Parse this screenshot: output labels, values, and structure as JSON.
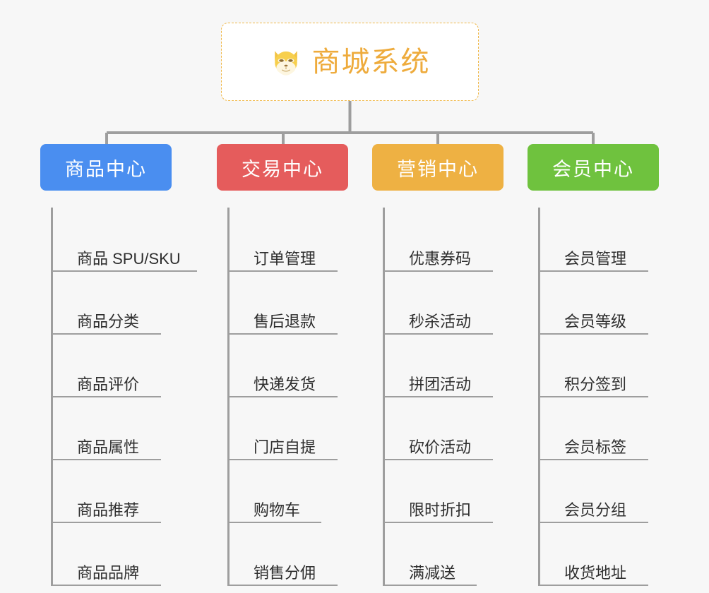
{
  "root": {
    "icon": "shiba-dog-icon",
    "emoji": "🐶",
    "title": "商城系统",
    "title_color": "#eeab3c",
    "border_color": "#f0b849"
  },
  "canvas": {
    "background": "#f7f7f7",
    "line_color": "#9e9e9e"
  },
  "columns": [
    {
      "id": "product-center",
      "label": "商品中心",
      "color": "#4a8ef0",
      "items": [
        {
          "label": "商品 SPU/SKU",
          "rule_width": 204
        },
        {
          "label": "商品分类",
          "rule_width": 153
        },
        {
          "label": "商品评价",
          "rule_width": 153
        },
        {
          "label": "商品属性",
          "rule_width": 153
        },
        {
          "label": "商品推荐",
          "rule_width": 153
        },
        {
          "label": "商品品牌",
          "rule_width": 153
        }
      ]
    },
    {
      "id": "trade-center",
      "label": "交易中心",
      "color": "#e55c5c",
      "items": [
        {
          "label": "订单管理",
          "rule_width": 153
        },
        {
          "label": "售后退款",
          "rule_width": 153
        },
        {
          "label": "快递发货",
          "rule_width": 153
        },
        {
          "label": "门店自提",
          "rule_width": 153
        },
        {
          "label": "购物车",
          "rule_width": 130
        },
        {
          "label": "销售分佣",
          "rule_width": 153
        }
      ]
    },
    {
      "id": "marketing-center",
      "label": "营销中心",
      "color": "#eeb143",
      "items": [
        {
          "label": "优惠券码",
          "rule_width": 153
        },
        {
          "label": "秒杀活动",
          "rule_width": 153
        },
        {
          "label": "拼团活动",
          "rule_width": 153
        },
        {
          "label": "砍价活动",
          "rule_width": 153
        },
        {
          "label": "限时折扣",
          "rule_width": 153
        },
        {
          "label": "满减送",
          "rule_width": 130
        }
      ]
    },
    {
      "id": "member-center",
      "label": "会员中心",
      "color": "#6fc23e",
      "items": [
        {
          "label": "会员管理",
          "rule_width": 153
        },
        {
          "label": "会员等级",
          "rule_width": 153
        },
        {
          "label": "积分签到",
          "rule_width": 153
        },
        {
          "label": "会员标签",
          "rule_width": 153
        },
        {
          "label": "会员分组",
          "rule_width": 153
        },
        {
          "label": "收货地址",
          "rule_width": 153
        }
      ]
    }
  ]
}
